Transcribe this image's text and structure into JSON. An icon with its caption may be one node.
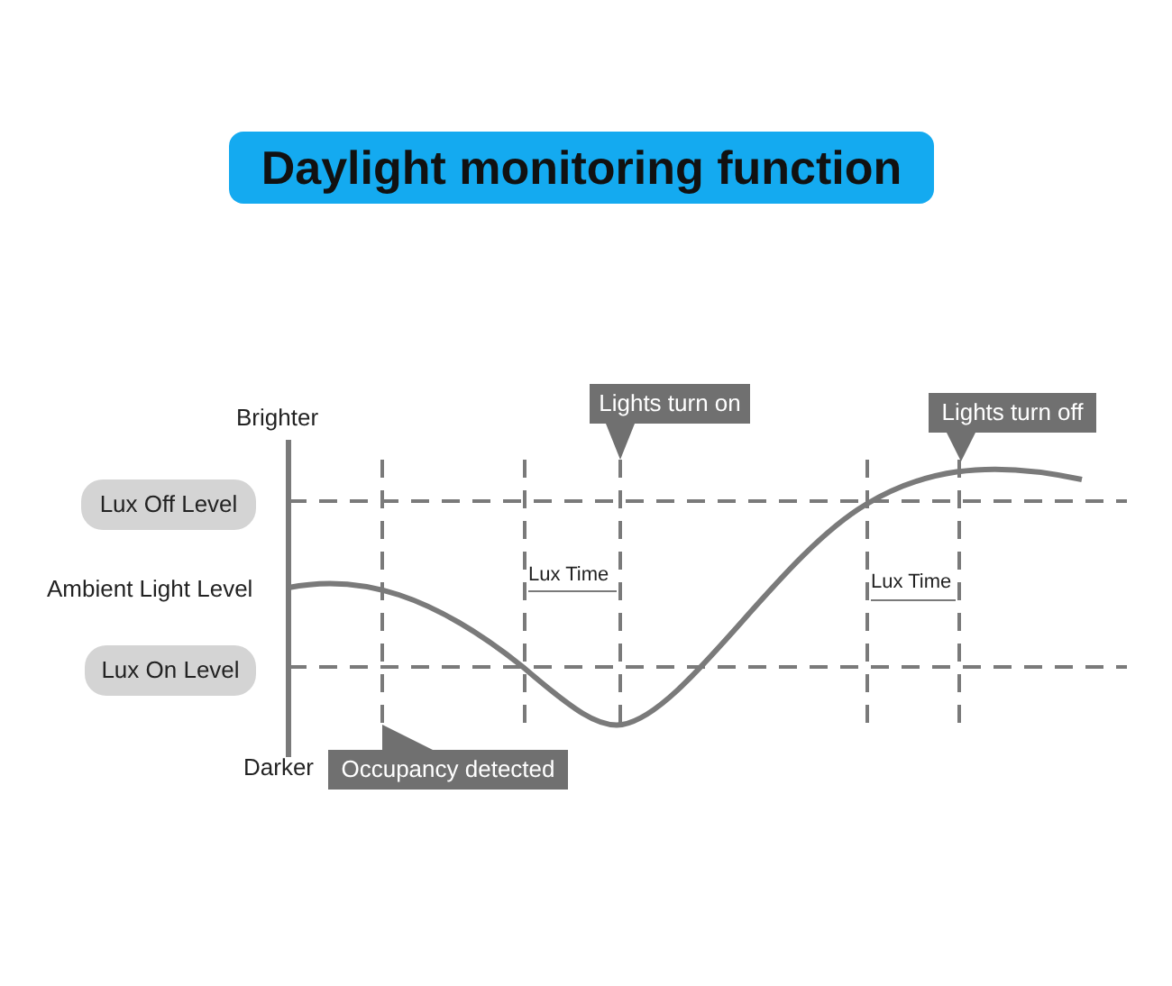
{
  "diagram": {
    "title": "Daylight monitoring function",
    "nodes": [
      {
        "text": [
          "Lights turn on"
        ]
      },
      {
        "text": [
          "Lights turn off"
        ]
      },
      {
        "text": [
          "Lux Off Level"
        ]
      },
      {
        "text": [
          "Lux On Level"
        ]
      },
      {
        "text": [
          "Occupancy detected"
        ]
      }
    ],
    "labels": [
      "Brighter",
      "Ambient Light Level",
      "Lux Time",
      "Lux Time",
      "Darker"
    ]
  }
}
